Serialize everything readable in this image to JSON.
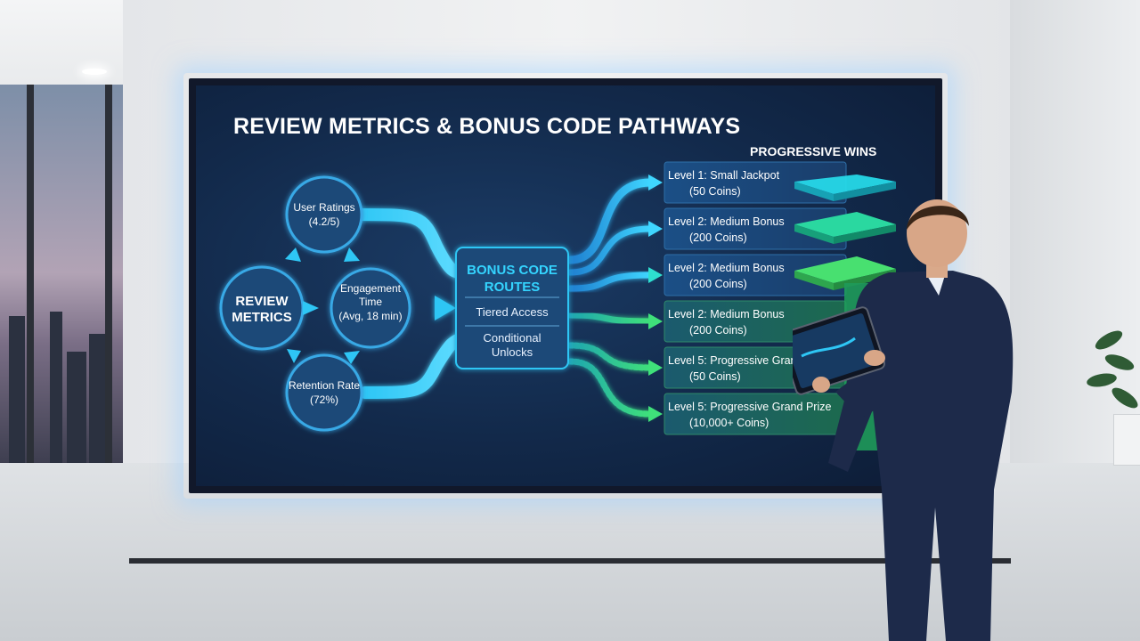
{
  "title": "REVIEW METRICS & BONUS CODE PATHWAYS",
  "subtitle": "PROGRESSIVE WINS",
  "hub": {
    "label": "REVIEW METRICS"
  },
  "metrics": [
    {
      "id": "user-ratings",
      "label": "User Ratings",
      "value": "(4.2/5)"
    },
    {
      "id": "engagement-time",
      "label": "Engagement Time",
      "value": "(Avg, 18 min)"
    },
    {
      "id": "retention-rate",
      "label": "Retention Rate",
      "value": "(72%)"
    }
  ],
  "routes": {
    "title": "BONUS CODE ROUTES",
    "items": [
      "Tiered Access",
      "Conditional Unlocks"
    ]
  },
  "levels": [
    {
      "label": "Level 1: Small Jackpot",
      "reward": "(50 Coins)"
    },
    {
      "label": "Level 2: Medium Bonus",
      "reward": "(200 Coins)"
    },
    {
      "label": "Level 2: Medium Bonus",
      "reward": "(200 Coins)"
    },
    {
      "label": "Level 2: Medium Bonus",
      "reward": "(200 Coins)"
    },
    {
      "label": "Level 5: Progressive Grand",
      "reward": "(50 Coins)"
    },
    {
      "label": "Level 5: Progressive Grand Prize",
      "reward": "(10,000+ Coins)"
    }
  ],
  "colors": {
    "cyan": "#2ec6f5",
    "teal": "#22e0c8",
    "green": "#3fe07a",
    "node_fill": "#1f4a78",
    "node_stroke": "#39a9e6"
  }
}
